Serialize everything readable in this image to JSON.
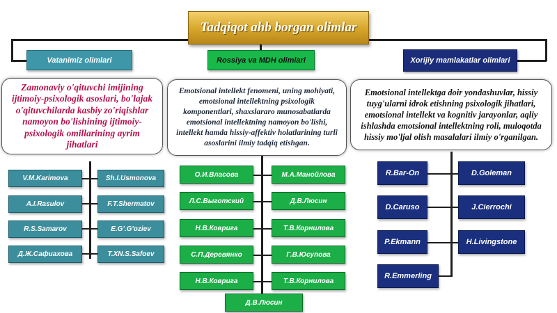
{
  "title": "Tadqiqot ahb borgan olimlar",
  "categories": {
    "local": "Vatanimiz olimlari",
    "russia": "Rossiya va MDH olimlari",
    "foreign": "Xorijiy mamlakatlar olimlari"
  },
  "descriptions": {
    "local": "Zamonaviy o'qituvchi imijining ijtimoiy-psixologik asoslari, bo'lajak o'qituvchilarda kasbiy zo'riqishlar namoyon bo'lishining ijtimoiy-psixologik omillarining ayrim jihatlari",
    "russia": "Emotsional intellekt fenomeni, uning mohiyati, emotsional intellektning psixologik komponentlari, shaxslararo munosabatlarda emotsional intellektning namoyon bo'lishi, intellekt hamda hissiy-affektiv holatlarining turli asoslarini ilmiy tadqiq etishgan.",
    "foreign": "Emotsional intellektga doir yondashuvlar, hissiy tuyg'ularni idrok etishning psixologik jihatlari, emotsional intellekt va kognitiv jarayonlar, aqliy ishlashda emotsional intellektning roli, mulоqotda hissiy mo'ljal olish masalalari ilmiy o'rganilgan."
  },
  "local_scientists": {
    "left": [
      "V.M.Karimova",
      "A.I.Rasulov",
      "R.S.Samarov",
      "Д.Ж.Сафиахова"
    ],
    "right": [
      "Sh.I.Usmonova",
      "F.T.Shermatov",
      "E.G'.G'oziev",
      "T.XN.S.Safoev"
    ]
  },
  "russia_scientists": {
    "left": [
      "О.И.Власова",
      "Л.С.Выготский",
      "Н.В.Коврига",
      "С.П.Деревянко",
      "Н.В.Коврига"
    ],
    "right": [
      "М.А.Манойлова",
      "Д.В.Люсин",
      "Т.В.Корнилова",
      "Г.В.Юсупова",
      "Т.В.Корнилова"
    ],
    "bottom": "Д.В.Люсин"
  },
  "foreign_scientists": {
    "left": [
      "R.Bar-On",
      "D.Caruso",
      "P.Ekmann",
      "R.Emmerling"
    ],
    "right": [
      "D.Goleman",
      "J.Cierrochi",
      "H.Livingstone"
    ]
  },
  "colors": {
    "title_gold": "#d6a52a",
    "local_teal": "#3d97a9",
    "russia_green": "#18b84a",
    "foreign_navy": "#1b2d7a",
    "local_desc_text": "#b5134e"
  }
}
